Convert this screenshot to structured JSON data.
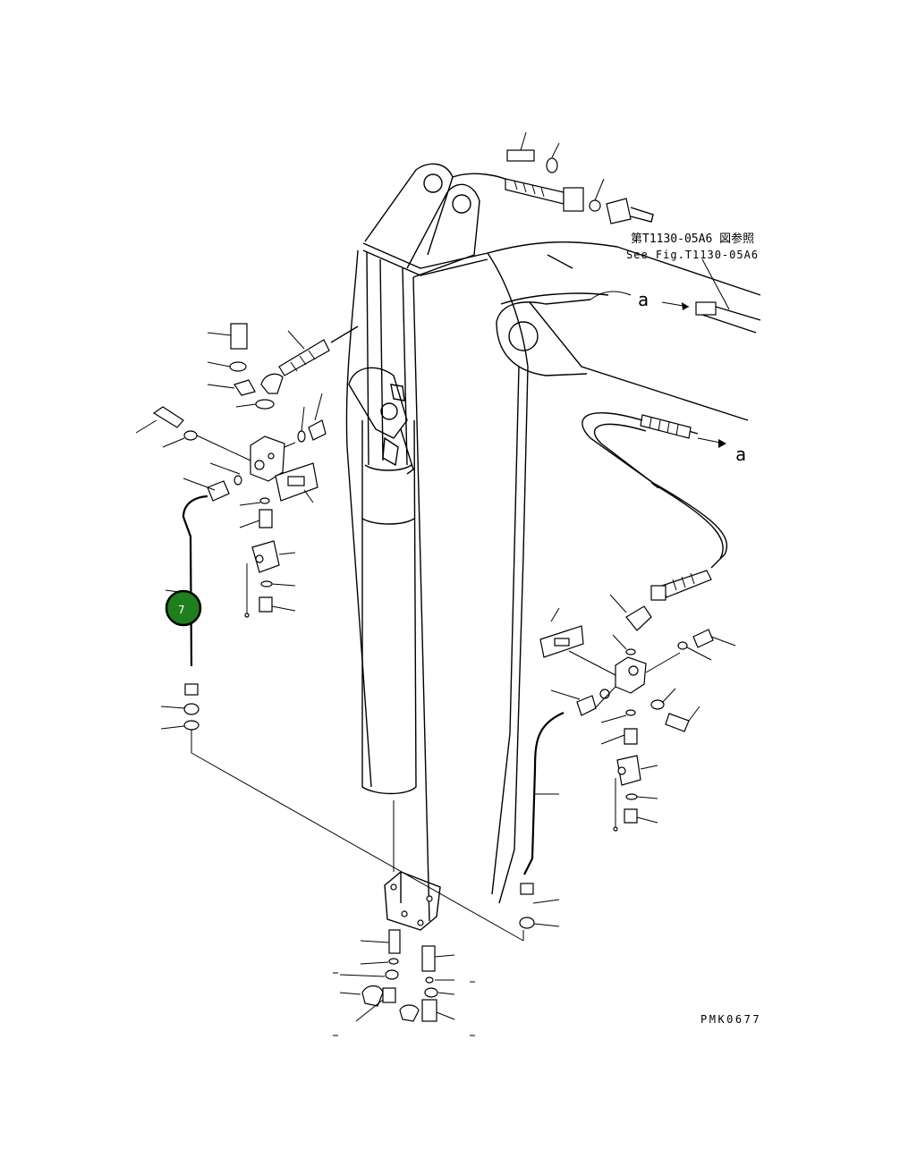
{
  "reference": {
    "jp": "第T1130-05A6 図参照",
    "en": "See Fig.T1130-05A6"
  },
  "arrow_label_top": "a",
  "arrow_label_bottom": "a",
  "drawing_code": "PMK0677",
  "highlight": {
    "label": "7",
    "color": "#1f7f1f"
  }
}
